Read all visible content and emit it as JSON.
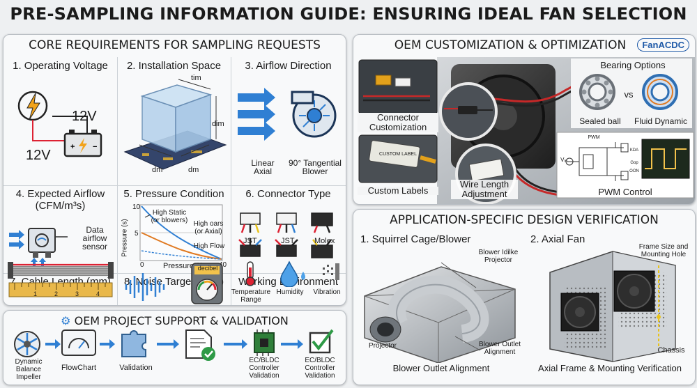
{
  "title": "PRE-SAMPLING INFORMATION GUIDE: ENSURING IDEAL FAN SELECTION",
  "core": {
    "heading": "CORE REQUIREMENTS FOR SAMPLING REQUESTS",
    "voltage": {
      "title": "1. Operating Voltage",
      "v1": "12V",
      "v2": "12V"
    },
    "space": {
      "title": "2. Installation Space",
      "top": "tim",
      "side": "dim",
      "b1": "dm",
      "b2": "dm"
    },
    "airflow_dir": {
      "title": "3. Airflow Direction",
      "linear": "Linear\nAxial",
      "tangential": "90° Tangential\nBlower"
    },
    "expected_airflow": {
      "title": "4. Expected Airflow\n(CFM/m³s)",
      "sensor": "Data\nairflow\nsensor"
    },
    "pressure": {
      "title": "5. Pressure Condition",
      "ylabel": "Pressure (s)",
      "xlabel": "Pressure (t)",
      "y10": "10",
      "y5": "5",
      "x0": "0",
      "x40": "40",
      "high_static": "High Static\n(or blowers)",
      "high_oars": "High oars\n(or Axial)",
      "high_flow": "High Flow"
    },
    "connector": {
      "title": "6. Connector Type",
      "c1": "JST",
      "c2": "JST",
      "c3": "Molex"
    },
    "cable": {
      "title": "7. Cable Length (mm)",
      "ticks": [
        "1",
        "2",
        "3",
        "4"
      ]
    },
    "noise": {
      "title": "8. Noise Target (dBA)",
      "meter": "decibel"
    },
    "environment": {
      "title": "Working Environment",
      "temp": "Temperature\nRange",
      "humidity": "Humidity",
      "vibration": "Vibration"
    }
  },
  "support": {
    "heading": "OEM PROJECT SUPPORT & VALIDATION",
    "steps": [
      {
        "label": "Dynamic\nBalance\nImpeller",
        "icon": "impeller-icon"
      },
      {
        "label": "FlowChart",
        "icon": "flowchart-icon"
      },
      {
        "label": "Validation",
        "icon": "puzzle-icon"
      },
      {
        "label": "",
        "icon": "document-check-icon"
      },
      {
        "label": "EC/BLDC\nController\nValidation",
        "icon": "chip-icon"
      },
      {
        "label": "EC/BLDC\nController\nValidation",
        "icon": "checkbox-icon"
      }
    ]
  },
  "oem": {
    "heading": "OEM CUSTOMIZATION & OPTIMIZATION",
    "logo": "FanACDC",
    "connector_custom": "Connector\nCustomization",
    "custom_labels": "Custom Labels",
    "wire_length": "Wire Length\nAdjustment",
    "bearing": {
      "title": "Bearing Options",
      "vs": "vs",
      "sealed": "Sealed ball",
      "fluid": "Fluid Dynamic"
    },
    "pwm": {
      "title": "PWM Control",
      "pwm_tag": "PWM",
      "vin": "Vᵢₙ",
      "kda": "KDA",
      "gop": "Gop",
      "oon": "OON"
    },
    "label_tag": "CUSTOM LABEL"
  },
  "app": {
    "heading": "APPLICATION-SPECIFIC DESIGN VERIFICATION",
    "blower": {
      "title": "1. Squirrel Cage/Blower",
      "callout1": "Blower Idilke\nProjector",
      "callout2": "Blower Outlet\nAlignment",
      "projector": "Projector",
      "footer": "Blower Outlet Alignment"
    },
    "axial": {
      "title": "2. Axial Fan",
      "callout1": "Frame Size and\nMounting Hole",
      "chassis": "Chassis",
      "footer": "Axial Frame & Mounting Verification"
    }
  },
  "colors": {
    "accent_blue": "#2f7fd3",
    "warning_orange": "#f2a31b",
    "check_green": "#2e9a46",
    "logo_blue": "#1f5aa8"
  }
}
